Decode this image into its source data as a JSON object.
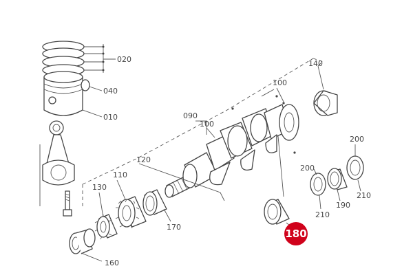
{
  "labels": {
    "l010": "010",
    "l020": "020",
    "l040": "040",
    "l090": "090",
    "l100a": "100",
    "l100b": "100",
    "l110": "110",
    "l120": "120",
    "l130": "130",
    "l140": "140",
    "l160": "160",
    "l170": "170",
    "l190": "190",
    "l200a": "200",
    "l200b": "200",
    "l210a": "210",
    "l210b": "210"
  },
  "highlight": {
    "label": "180",
    "color": "#d0021b"
  }
}
